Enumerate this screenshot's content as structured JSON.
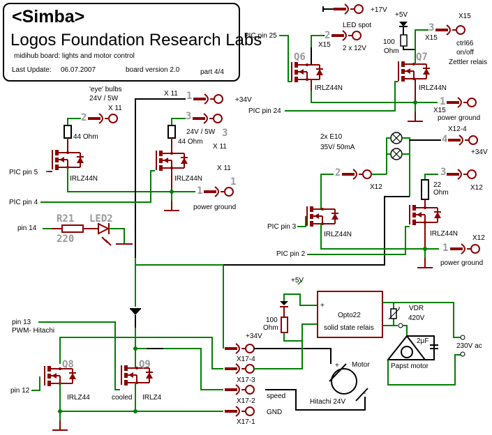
{
  "title_block": {
    "title": "<Simba>",
    "subtitle": "Logos Foundation Research Labs",
    "description": "midihub board: lights and motor control",
    "last_update_label": "Last Update:",
    "last_update_date": "06.07.2007",
    "board_version": "board version 2.0",
    "part": "part 4/4"
  },
  "colors": {
    "wire": "#008000",
    "component": "#8b0000",
    "power_wire": "#000000",
    "pin_label": "#999999"
  },
  "top_right": {
    "v17": "+17V",
    "pic_pin25": "PIC pin 25",
    "pic_pin24": "PIC pin 24",
    "q6_name": "Q6",
    "q6_type": "IRLZ44N",
    "q7_name": "Q7",
    "q7_type": "IRLZ44N",
    "x15_pin2": "2",
    "x15_pin2_label": "X15",
    "led_spot": "LED spot",
    "led_spot_rating": "2 x 12V",
    "v5": "+5V",
    "r100": "100",
    "ohm": "Ohm",
    "x15_pin3": "3",
    "x15_pin3_label": "X15",
    "x15_top": "X15",
    "ctrl66": "ctrl66",
    "onoff": "on/off",
    "zettler": "Zettler relais",
    "x15_pin1": "1",
    "x15_pin1_label": "X15",
    "power_ground": "power ground"
  },
  "left_mid": {
    "eye_bulbs": "'eye' bulbs",
    "eye_rating": "24V / 5W",
    "x11_a": "X 11",
    "x11_pin2": "2",
    "r44a": "44 Ohm",
    "pic_pin5": "PIC pin 5",
    "pic_pin4": "PIC pin 4",
    "irlz_a": "IRLZ44N",
    "irlz_b": "IRLZ44N",
    "x11_top": "X 11",
    "x11_pin1_top": "1",
    "v34": "+34V",
    "x11_pin3": "3",
    "rating_b": "24V / 5W",
    "big3": "3",
    "x11_b": "X 11",
    "r44b": "44 Ohm",
    "x11_c": "X 11",
    "big1": "1",
    "x11_pin1": "1",
    "power_ground": "power ground"
  },
  "right_mid": {
    "e10": "2x E10",
    "e10_rating": "35V/ 50mA",
    "x12_pin2": "2",
    "x12_a": "X12",
    "x12_4": "X12-4",
    "x12_pin4": "4",
    "v34": "+34V",
    "x12_pin3": "3",
    "x12_b": "X12",
    "r22": "22",
    "ohm": "Ohm",
    "pic_pin3": "PIC pin 3",
    "pic_pin2": "PIC pin 2",
    "irlz_a": "IRLZ44N",
    "irlz_b": "IRLZ44N",
    "x12_pin1": "1",
    "x12_c": "X12",
    "power_ground": "power ground"
  },
  "led": {
    "pin14": "pin 14",
    "r21": "R21",
    "r21_value": "220",
    "led2": "LED2"
  },
  "bottom": {
    "pin13": "pin 13",
    "pwm": "PWM- Hitachi",
    "pin12": "pin 12",
    "q8_name": "Q8",
    "q8_type": "IRLZ44",
    "q9_name": "Q9",
    "q9_type": "IRLZ4",
    "cooled": "cooled",
    "v34": "+34V",
    "x17_4": "X17-4",
    "x17_3": "X17-3",
    "x17_2": "X17-2",
    "x17_1": "X17-1",
    "speed": "speed",
    "gnd": "GND",
    "motor": "Motor",
    "hitachi": "Hitachi 24V",
    "plus": "+",
    "minus": "-",
    "v5": "+5V",
    "r100": "100",
    "ohm": "Ohm",
    "opto_plus": "+",
    "opto22": "Opto22",
    "ssr": "solid state relais",
    "vdr": "VDR",
    "vdr_rating": "420V",
    "cap": "2µF",
    "papst": "Papst motor",
    "ac": "230V ac"
  }
}
